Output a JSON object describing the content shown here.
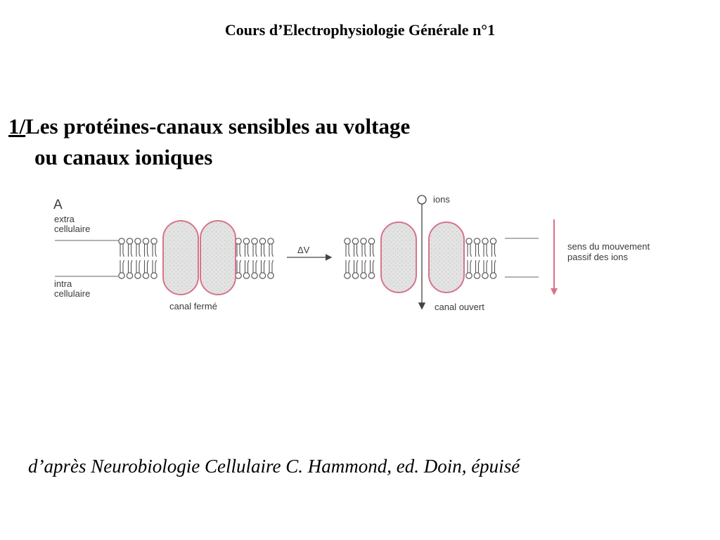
{
  "header": {
    "title": "Cours d’Electrophysiologie Générale n°1"
  },
  "section": {
    "number": "1/",
    "title_line1": "Les protéines-canaux sensibles au voltage",
    "title_line2": "ou canaux ioniques"
  },
  "figure": {
    "panel_letter": "A",
    "extracellular_label": [
      "extra",
      "cellulaire"
    ],
    "intracellular_label": [
      "intra",
      "cellulaire"
    ],
    "delta_v": "ΔV",
    "closed_channel_caption": "canal fermé",
    "open_channel_caption": "canal ouvert",
    "ions_label": "ions",
    "ion_flow_label": [
      "sens du mouvement",
      "passif des ions"
    ],
    "colors": {
      "channel_outline": "#d6748a",
      "channel_fill": "#e2e2e2",
      "flow_arrow": "#d6748a",
      "lipid": "#555555"
    }
  },
  "credit": {
    "text": "d’après Neurobiologie Cellulaire C. Hammond, ed. Doin, épuisé"
  }
}
